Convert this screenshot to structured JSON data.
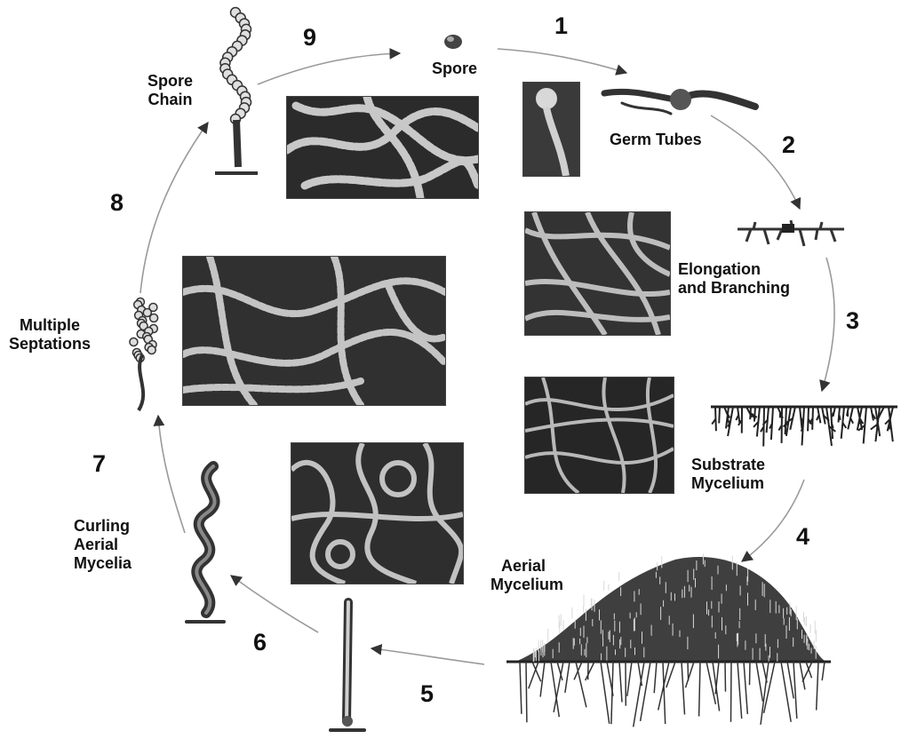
{
  "stages": [
    {
      "number": "1",
      "label": "Spore"
    },
    {
      "number": "2",
      "label": "Germ Tubes"
    },
    {
      "number": "3",
      "label": "Elongation and Branching"
    },
    {
      "number": "4",
      "label": "Substrate Mycelium"
    },
    {
      "number": "5",
      "label": "Aerial Mycelium"
    },
    {
      "number": "6",
      "label": ""
    },
    {
      "number": "7",
      "label": "Curling Aerial Mycelia"
    },
    {
      "number": "8",
      "label": "Multiple Septations"
    },
    {
      "number": "9",
      "label": "Spore Chain"
    }
  ],
  "labels": {
    "spore": "Spore",
    "germ_tubes": "Germ Tubes",
    "elongation_1": "Elongation",
    "elongation_2": "and Branching",
    "substrate_1": "Substrate",
    "substrate_2": "Mycelium",
    "aerial_1": "Aerial",
    "aerial_2": "Mycelium",
    "curling_1": "Curling",
    "curling_2": "Aerial",
    "curling_3": "Mycelia",
    "septations_1": "Multiple",
    "septations_2": "Septations",
    "spore_chain_1": "Spore",
    "spore_chain_2": "Chain"
  },
  "step_numbers": {
    "n1": "1",
    "n2": "2",
    "n3": "3",
    "n4": "4",
    "n5": "5",
    "n6": "6",
    "n7": "7",
    "n8": "8",
    "n9": "9"
  },
  "colors": {
    "arrow": "#888888",
    "ink": "#111111",
    "photo_bg": "#2a2a2a",
    "filament": "#cfcfcf"
  }
}
